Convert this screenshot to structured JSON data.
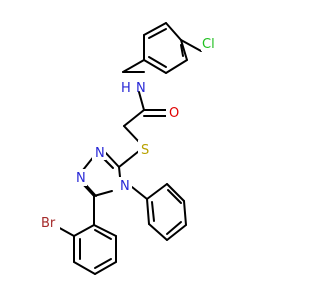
{
  "atoms": {
    "cl": {
      "text": "Cl",
      "color": "#1fbf1f"
    },
    "nh_n": {
      "text": "N",
      "color": "#2727d6"
    },
    "nh_h": {
      "text": "H",
      "color": "#2727d6"
    },
    "o": {
      "text": "O",
      "color": "#e00000"
    },
    "s": {
      "text": "S",
      "color": "#b8a100"
    },
    "n1": {
      "text": "N",
      "color": "#2727d6"
    },
    "n2": {
      "text": "N",
      "color": "#2727d6"
    },
    "n4": {
      "text": "N",
      "color": "#2727d6"
    },
    "br": {
      "text": "Br",
      "color": "#a52a2a"
    }
  },
  "bond_color": "#000000"
}
